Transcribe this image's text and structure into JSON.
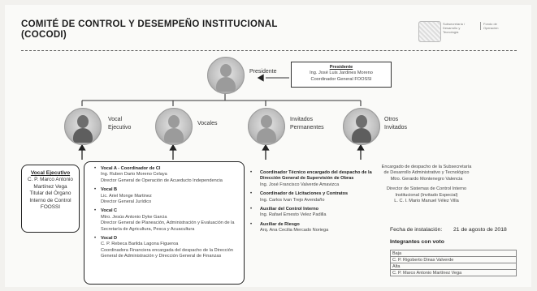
{
  "title": {
    "line1": "COMITÉ DE CONTROL Y DESEMPEÑO INSTITUCIONAL",
    "line2": "(COCODI)"
  },
  "logo": {
    "text_left": "Subsecretaría / Desarrollo y Tecnología",
    "text_right": "Fondo de Operación"
  },
  "president": {
    "label": "Presidente",
    "box_title": "Presidente",
    "box_name": "Ing. José Luis Jardines Moreno",
    "box_role": "Coordinador General FOOSSI"
  },
  "groups": [
    {
      "label_line1": "Vocal",
      "label_line2": "Ejecutivo"
    },
    {
      "label_line1": "Vocales",
      "label_line2": ""
    },
    {
      "label_line1": "Invitados",
      "label_line2": "Permanentes"
    },
    {
      "label_line1": "Otros",
      "label_line2": "Invitados"
    }
  ],
  "vocal_ejecutivo": {
    "title": "Vocal Ejecutivo",
    "lines": [
      "C. P. Marco Antonio",
      "Martínez Vega",
      "Titular del Órgano",
      "Interno de Control",
      "FOOSSI"
    ]
  },
  "vocales": [
    {
      "title": "Vocal A - Coordinador de CI",
      "name": "Ing. Ruben Dario Moreno Celaya",
      "role": "Director General de Operación de Acueducto Independencia"
    },
    {
      "title": "Vocal B",
      "name": "Lic. Ariel Monge Martinez",
      "role": "Director General Jurídico"
    },
    {
      "title": "Vocal C",
      "name": "Mtro. Jesús Antonio Dyke Garcia",
      "role": "Director General de Planeación, Administración y Evaluación de la Secretaría de Agricultura, Pesca y Acuacultura"
    },
    {
      "title": "Vocal D",
      "name": "C. P. Rebeca Barilda Lagona Figueroa",
      "role": "Coordinadora Financiera encargada del despacho de la Dirección General de Administración y Dirección General de Finanzas"
    }
  ],
  "invitados": [
    {
      "title": "Coordinador Técnico encargado del despacho de la Dirección General de Supervisión de Obras",
      "name": "Ing. José Francisco Valverde Amavizca"
    },
    {
      "title": "Coordinador de Licitaciones y Contratos",
      "name": "Ing. Carlos Ivan Trejo Avendaño"
    },
    {
      "title": "Auxiliar del Control Interno",
      "name": "Ing. Rafael Ernesto Velez Padilla"
    },
    {
      "title": "Auxiliar de Riesgo",
      "name": "Arq. Ana Cecilia Mercado Noriega"
    }
  ],
  "otros": {
    "lines": [
      "Encargado de despacho de la Subsecretaría",
      "de Desarrollo Administrativo y Tecnológico",
      "Mtro. Gerardo Montenegro Valencia",
      "",
      "Director de Sistemas de Control Interno",
      "Institucional (Invitado Especial)",
      "L. C. I. Mario Manuel Vélez Villa"
    ]
  },
  "installation": {
    "label": "Fecha de instalación:",
    "date": "21 de agosto de 2018"
  },
  "integrantes": {
    "label": "Integrantes con voto",
    "rows": [
      "Baja",
      "C. P. Rigoberto Dinas Valverde",
      "Alta",
      "C. P. Marco Antonio Martínez Vega"
    ]
  }
}
